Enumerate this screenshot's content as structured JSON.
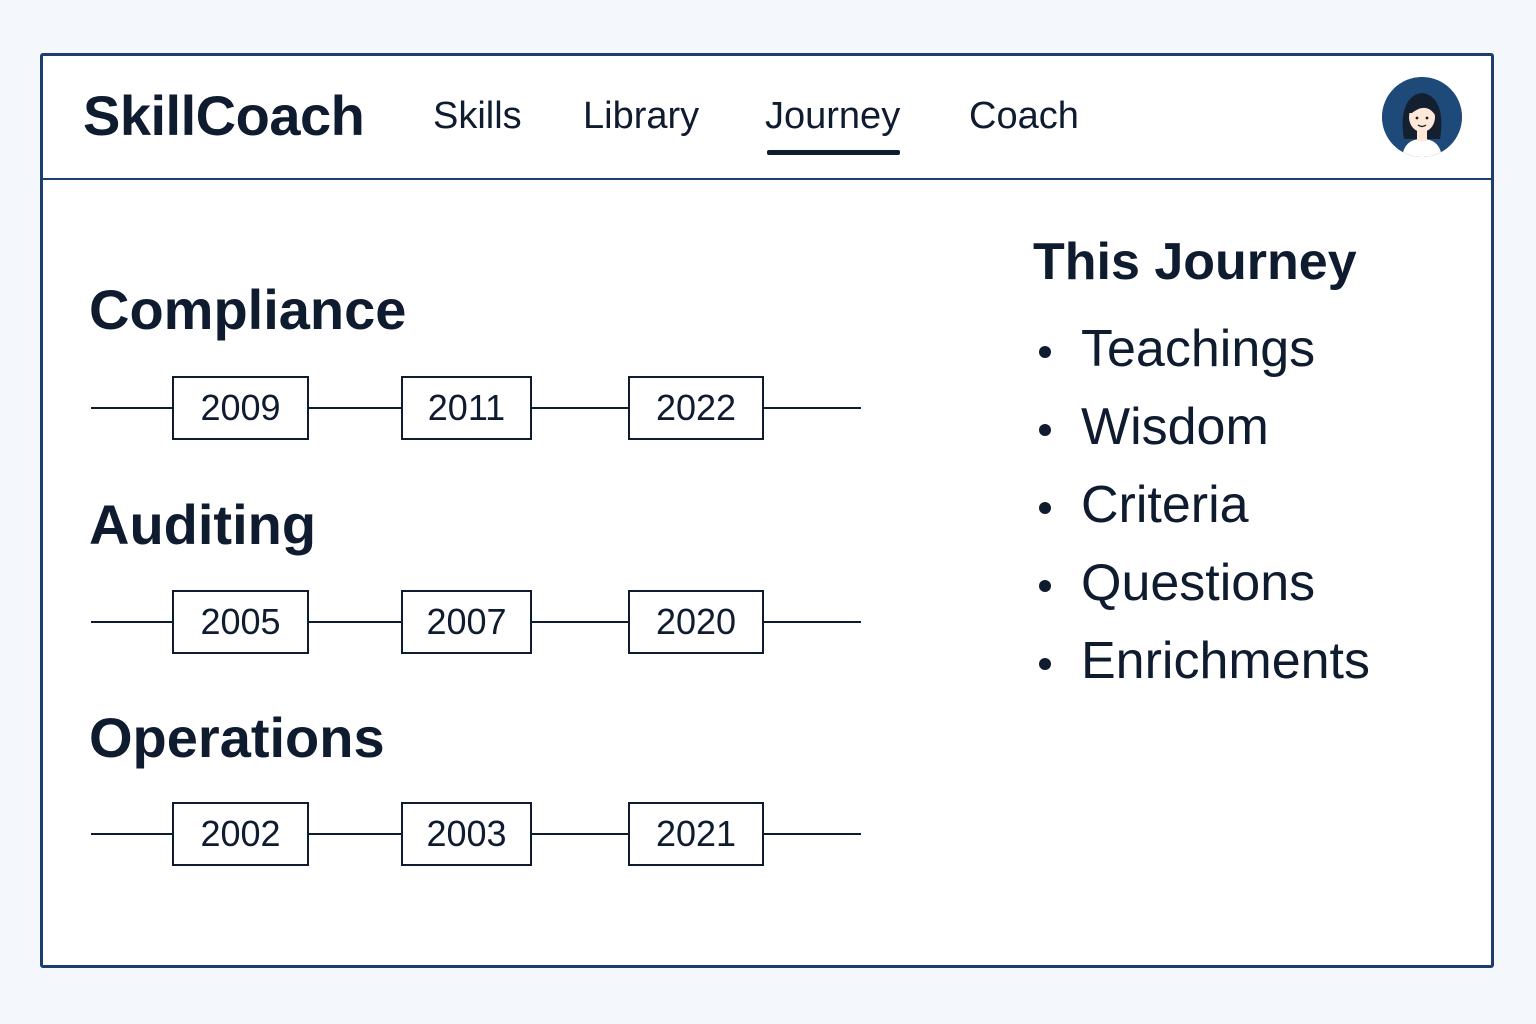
{
  "app": {
    "brand": "SkillCoach"
  },
  "nav": {
    "tabs": [
      {
        "label": "Skills",
        "active": false
      },
      {
        "label": "Library",
        "active": false
      },
      {
        "label": "Journey",
        "active": true
      },
      {
        "label": "Coach",
        "active": false
      }
    ]
  },
  "user": {
    "avatar_icon": "user-avatar-icon"
  },
  "tracks": [
    {
      "title": "Compliance",
      "years": [
        "2009",
        "2011",
        "2022"
      ]
    },
    {
      "title": "Auditing",
      "years": [
        "2005",
        "2007",
        "2020"
      ]
    },
    {
      "title": "Operations",
      "years": [
        "2002",
        "2003",
        "2021"
      ]
    }
  ],
  "journey": {
    "title": "This Journey",
    "items": [
      "Teachings",
      "Wisdom",
      "Criteria",
      "Questions",
      "Enrichments"
    ]
  },
  "colors": {
    "border": "#1c3d6e",
    "text": "#0f1b2e",
    "avatar_bg": "#1e4a7a"
  }
}
